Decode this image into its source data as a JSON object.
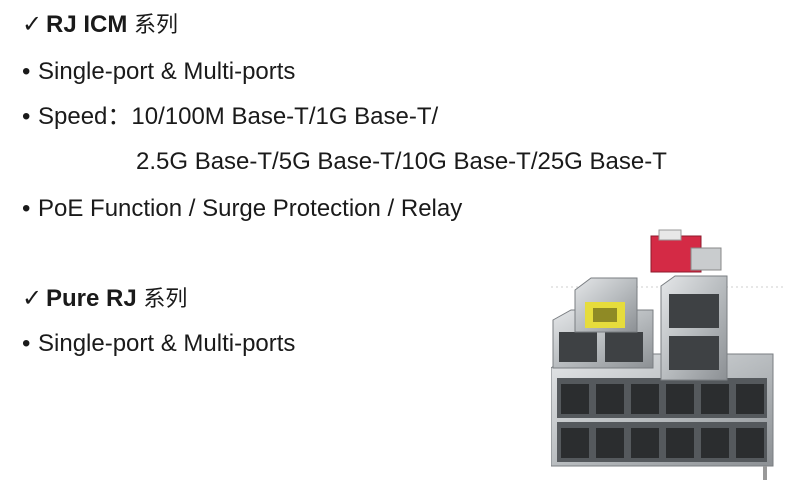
{
  "section1": {
    "check_icon": "check-mark",
    "title": "RJ ICM",
    "title_suffix": "系列",
    "bullets": {
      "ports": "Single-port & Multi-ports",
      "speed_line1": "Speed：10/100M Base-T/1G Base-T/",
      "speed_line2": "2.5G Base-T/5G Base-T/10G Base-T/25G Base-T",
      "functions": "PoE Function / Surge Protection / Relay"
    }
  },
  "section2": {
    "check_icon": "check-mark",
    "title": "Pure RJ",
    "title_suffix": "系列",
    "bullets": {
      "ports": "Single-port & Multi-ports"
    }
  },
  "bullet_char": "•",
  "check_char": "✓",
  "colors": {
    "text": "#1a1a1a",
    "metal": "#b9bdc0",
    "red_connector": "#d42a45",
    "yellow_insert": "#e6dc3c"
  }
}
